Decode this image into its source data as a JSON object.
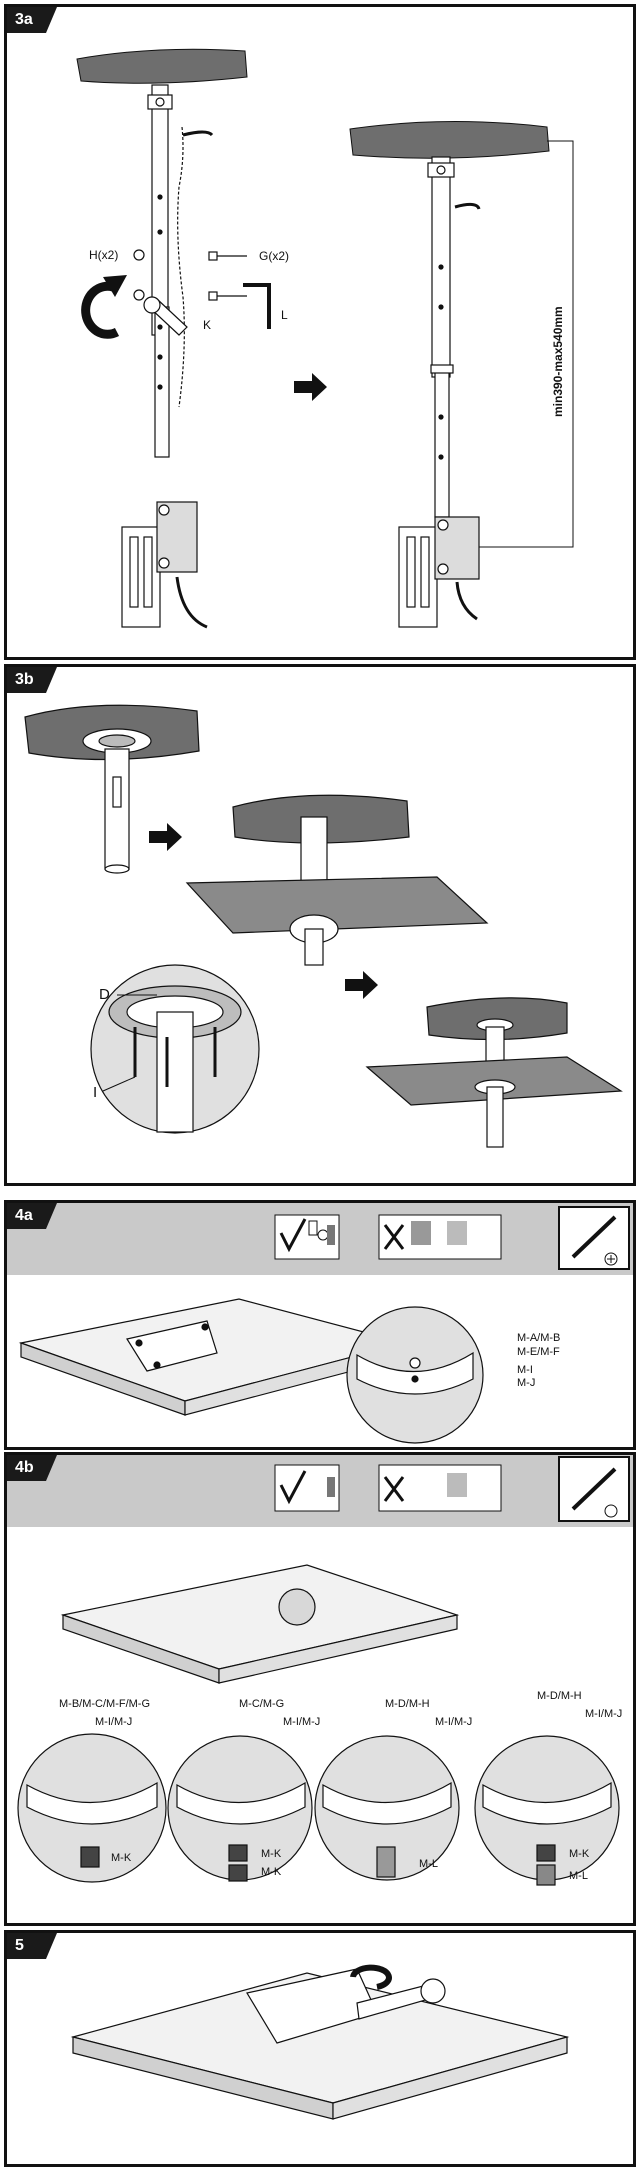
{
  "steps": {
    "s3a": {
      "tab": "3a",
      "labels": {
        "h": "H(x2)",
        "g": "G(x2)",
        "k": "K",
        "l": "L",
        "range": "min390-max540mm"
      }
    },
    "s3b": {
      "tab": "3b",
      "labels": {
        "d": "D",
        "i": "I"
      }
    },
    "s4a": {
      "tab": "4a",
      "labels": {
        "ma": "M-A/M-B",
        "me": "M-E/M-F",
        "mi": "M-I",
        "mj": "M-J"
      }
    },
    "s4b": {
      "tab": "4b",
      "circles": [
        {
          "top": "M-B/M-C/M-F/M-G",
          "mid": "M-I/M-J",
          "b1": "M-K",
          "b2": ""
        },
        {
          "top": "M-C/M-G",
          "mid": "M-I/M-J",
          "b1": "M-K",
          "b2": "M-K"
        },
        {
          "top": "M-D/M-H",
          "mid": "M-I/M-J",
          "b1": "M-L",
          "b2": ""
        },
        {
          "top": "M-D/M-H",
          "mid": "M-I/M-J",
          "b1": "M-K",
          "b2": "M-L"
        }
      ]
    },
    "s5": {
      "tab": "5"
    }
  },
  "icons": [
    "check-icon",
    "cross-icon",
    "screwdriver-icon",
    "arrow-right-icon",
    "rotate-arrow-icon"
  ],
  "colors": {
    "panel_border": "#111111",
    "band": "#c9c9c9",
    "ceiling": "#6e6e6e",
    "tab_bg": "#1a1a1a"
  }
}
